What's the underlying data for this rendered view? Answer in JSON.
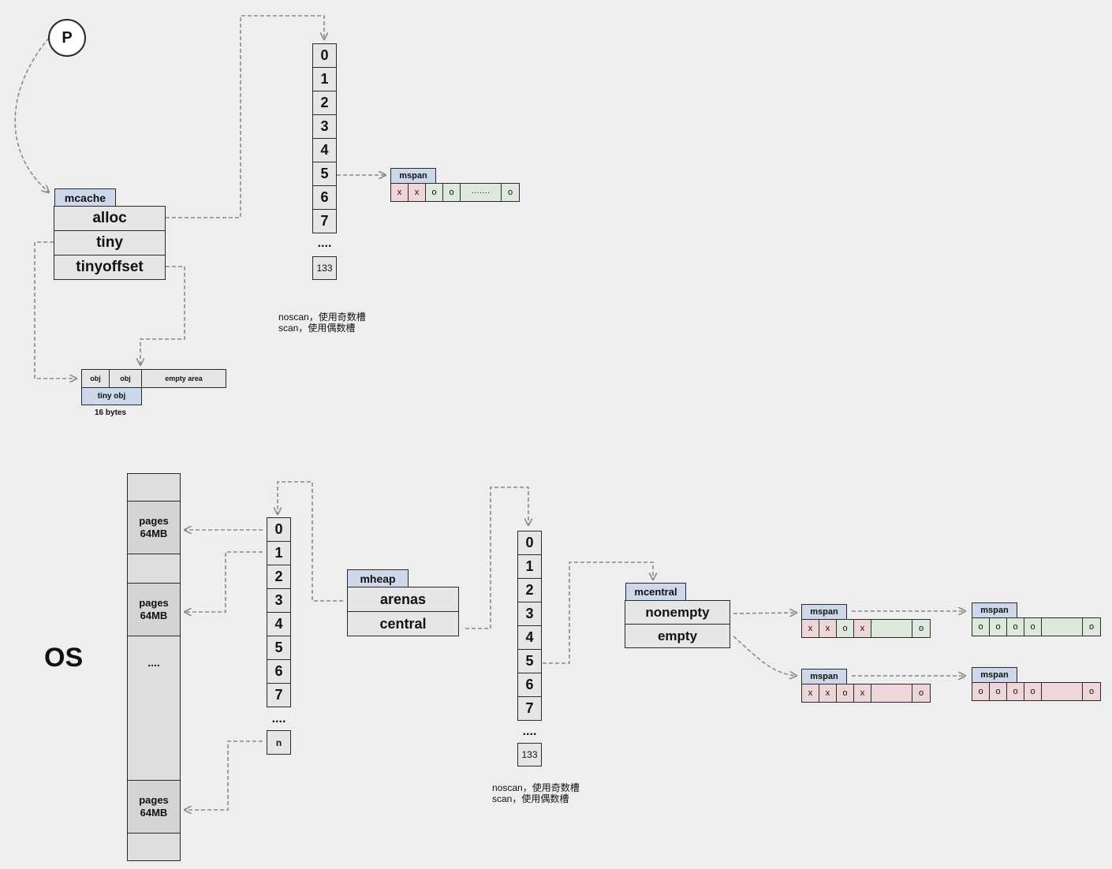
{
  "p_label": "P",
  "os_label": "OS",
  "mcache": {
    "title": "mcache",
    "fields": [
      "alloc",
      "tiny",
      "tinyoffset"
    ]
  },
  "alloc_array": {
    "cells": [
      "0",
      "1",
      "2",
      "3",
      "4",
      "5",
      "6",
      "7"
    ],
    "ellipsis": "....",
    "last": "133"
  },
  "top_mspan": {
    "title": "mspan",
    "slots": [
      "x",
      "x",
      "o",
      "o",
      "·······",
      "o"
    ]
  },
  "tiny_block": {
    "cells": [
      "obj",
      "obj",
      "empty area"
    ],
    "label": "tiny obj",
    "size": "16 bytes"
  },
  "note_top": "noscan，使用奇数槽\nscan，使用偶数槽",
  "os_column": {
    "pages_label": "pages\n64MB",
    "ellipsis": "...."
  },
  "arena_array": {
    "cells": [
      "0",
      "1",
      "2",
      "3",
      "4",
      "5",
      "6",
      "7"
    ],
    "ellipsis": "....",
    "last": "n"
  },
  "mheap": {
    "title": "mheap",
    "fields": [
      "arenas",
      "central"
    ]
  },
  "central_array": {
    "cells": [
      "0",
      "1",
      "2",
      "3",
      "4",
      "5",
      "6",
      "7"
    ],
    "ellipsis": "....",
    "last": "133"
  },
  "note_bottom": "noscan，使用奇数槽\nscan，使用偶数槽",
  "mcentral": {
    "title": "mcentral",
    "fields": [
      "nonempty",
      "empty"
    ]
  },
  "spans": {
    "title": "mspan",
    "nonempty_1": [
      "x",
      "x",
      "o",
      "x",
      "",
      "o"
    ],
    "nonempty_2": [
      "o",
      "o",
      "o",
      "o",
      "",
      "o"
    ],
    "empty_1": [
      "x",
      "x",
      "o",
      "x",
      "",
      "o"
    ],
    "empty_2": [
      "o",
      "o",
      "o",
      "o",
      "",
      "o"
    ]
  },
  "colors": {
    "header": "#cdd8ea",
    "cell": "#e6e6e6",
    "free": "#dde9dd",
    "used": "#eed5d7",
    "arrow": "#8a8a8a"
  }
}
